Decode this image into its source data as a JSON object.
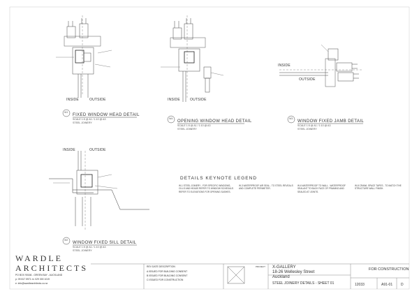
{
  "w1": {
    "tag": "W1",
    "title": "FIXED WINDOW HEAD DETAIL",
    "scale": "SCALE 1:5 @ A1 / 1:10 @ A3",
    "subtitle": "STEEL JOINERY",
    "inside": "INSIDE",
    "outside": "OUTSIDE"
  },
  "w4": {
    "tag": "W4",
    "title": "OPENING WINDOW HEAD DETAIL",
    "scale": "SCALE 1:5 @ A1 / 1:10 @ A3",
    "subtitle": "STEEL JOINERY",
    "inside": "INSIDE",
    "outside": "OUTSIDE"
  },
  "w3": {
    "tag": "W3",
    "title": "WINDOW FIXED JAMB DETAIL",
    "scale": "SCALE 1:5 @ A1 / 1:10 @ A3",
    "subtitle": "STEEL JOINERY",
    "inside": "INSIDE",
    "outside": "OUTSIDE"
  },
  "w2": {
    "tag": "W2",
    "title": "WINDOW FIXED SILL DETAIL",
    "scale": "SCALE 1:5 @ A1 / 1:10 @ A3",
    "subtitle": "STEEL JOINERY",
    "inside": "INSIDE",
    "outside": "OUTSIDE"
  },
  "legend": {
    "title": "DETAILS KEYNOTE LEGEND",
    "col1": "W-1 STEEL JOINERY - FOR SPECIFIC WINDOWS, CILLS AND HEADS REFER TO WINDOW SCHEDULE. REFER TO ELEVATIONS FOR OPENING SASHES.",
    "col2": "W-3 WATERPROOF AIR SEAL - TO STEEL REVEALS AND COMPLETE PERIMETER.",
    "col3": "W-6 WATERPROOF TO WALL - WATERPROOF SEALANT TO BACK FACE OF FRAMING AND SEALED AT JOINTS.",
    "col4": "W-8 CRAWL SPACE TAPES - TO MATCH THE STRUCTURE WALL FINISH."
  },
  "firm": {
    "line1": "WARDLE",
    "line2": "ARCHITECTS",
    "address": "PO BOX 90166 - GREEN BAY - AUCKLAND",
    "phone": "p: 09 817 5971   m: 029 300 1019",
    "email": "e: info@wardlearchitects.co.nz"
  },
  "revisions": {
    "header": "REV   DATE   DESCRIPTION",
    "r1": "A   ISSUED FOR BUILDING CONSENT",
    "r2": "B   ISSUED FOR BUILDING CONSENT",
    "r3": "C   ISSUED FOR CONSTRUCTION"
  },
  "project": {
    "label": "PROJECT",
    "name": "X-GALLERY",
    "street": "18-26 Wellesley Street",
    "city": "Auckland",
    "sheet_title": "STEEL JOINERY DETAILS - SHEET 01"
  },
  "status": {
    "label": "FOR CONSTRUCTION",
    "job_no": "12033",
    "sheet_no": "A91-01",
    "revision": "D"
  }
}
